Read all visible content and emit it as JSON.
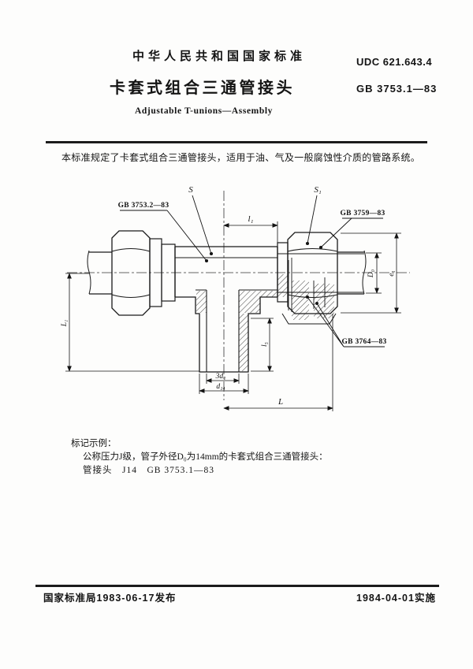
{
  "header": {
    "org": "中华人民共和国国家标准",
    "udc": "UDC  621.643.4",
    "title_zh": "卡套式组合三通管接头",
    "std_no": "GB  3753.1—83",
    "title_en": "Adjustable T-unions—Assembly"
  },
  "scope": "本标准规定了卡套式组合三通管接头，适用于油、气及一般腐蚀性介质的管路系统。",
  "drawing": {
    "part_refs": {
      "left_nut": "GB 3753.2—83",
      "right_nut": "GB 3759—83",
      "ferrule": "GB 3764—83"
    },
    "dims": {
      "s": "S",
      "s1": "S₁",
      "l1": "l₁",
      "d0": "D₀",
      "e1": "e₁",
      "L1": "L₁",
      "l5": "l₅",
      "three_d1": "3d₁",
      "d14": "d₁₄",
      "L": "L"
    }
  },
  "example": {
    "heading": "标记示例：",
    "line1": "公称压力J级，管子外径D₀为14mm的卡套式组合三通管接头：",
    "line2": "管接头　J14　GB 3753.1—83"
  },
  "footer": {
    "left": "国家标准局1983-06-17发布",
    "right": "1984-04-01实施"
  }
}
